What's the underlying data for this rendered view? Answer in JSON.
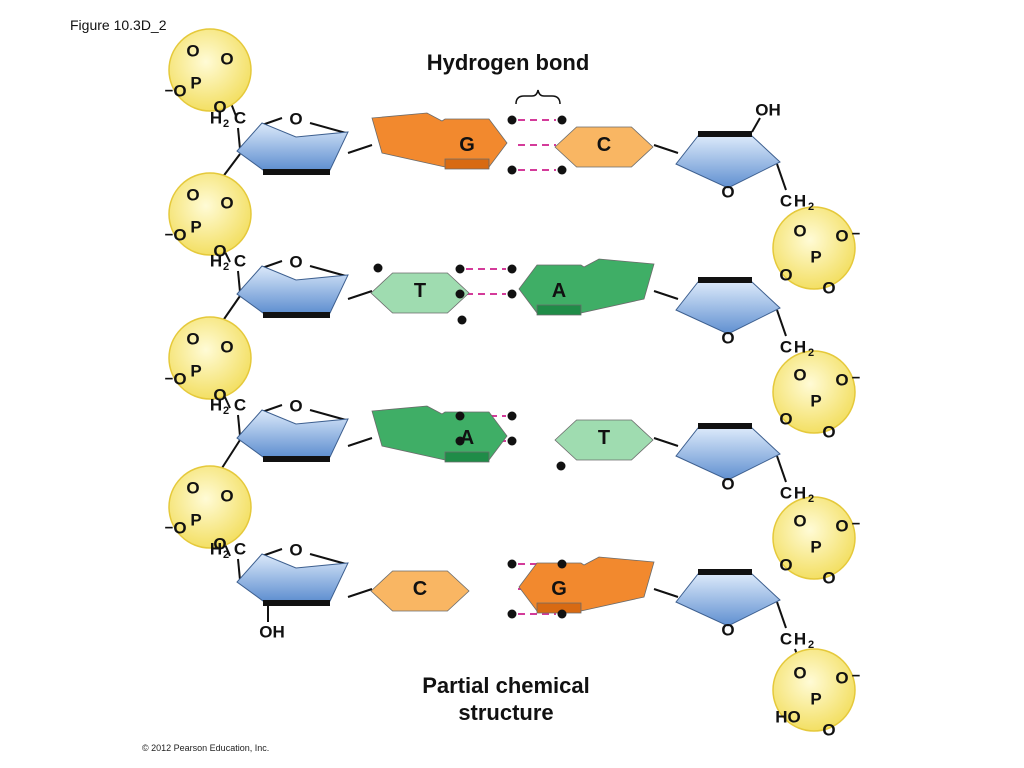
{
  "figure_label": "Figure 10.3D_2",
  "hydrogen_bond_label": "Hydrogen bond",
  "caption": [
    "Partial chemical",
    "structure"
  ],
  "copyright": "© 2012 Pearson Education, Inc.",
  "atoms": {
    "oxygen": "O",
    "phosphorus": "P",
    "hydroxyl": "OH",
    "hydroxyl_left": "HO",
    "carbon": "C",
    "hydrogen": "H",
    "subscript_two": "2",
    "minus": "−"
  },
  "base_pairs": [
    {
      "left": "G",
      "right": "C"
    },
    {
      "left": "T",
      "right": "A"
    },
    {
      "left": "A",
      "right": "T"
    },
    {
      "left": "C",
      "right": "G"
    }
  ],
  "colors": {
    "sugar": "#7aa6dc",
    "phosphate": "#f6e57a",
    "guanine": "#f2892e",
    "cytosine": "#f9b663",
    "adenine": "#3fae66",
    "thymine": "#9fdcb0",
    "hbond": "#d43b9a"
  }
}
